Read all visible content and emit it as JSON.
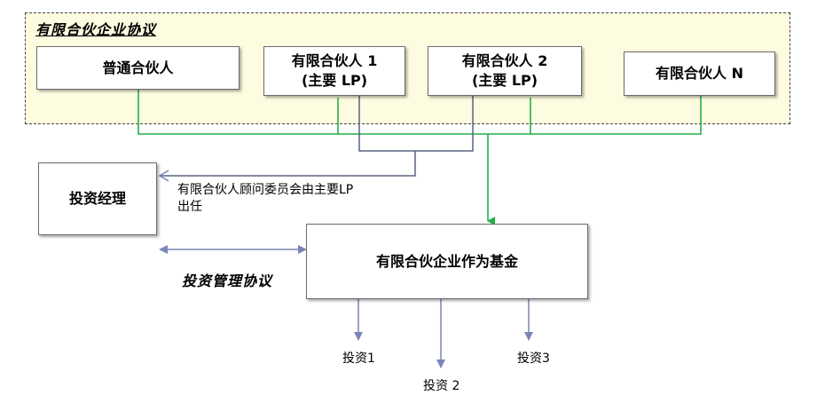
{
  "agreement": {
    "title": "有限合伙企业协议"
  },
  "partners": {
    "gp": "普通合伙人",
    "lp1": "有限合伙人 1\n(主要 LP)",
    "lp2": "有限合伙人 2\n(主要 LP)",
    "lpn": "有限合伙人 N"
  },
  "manager": {
    "label": "投资经理",
    "note": "有限合伙人顾问委员会由主要LP\n出任",
    "agreement_label": "投资管理协议"
  },
  "fund": {
    "label": "有限合伙企业作为基金"
  },
  "investments": [
    "投资1",
    "投资 2",
    "投资3"
  ],
  "colors": {
    "green_line": "#22b04b",
    "gray_line": "#5a6380",
    "arrow_blue": "#7a86b8",
    "agreement_fill": "#fdfce0"
  }
}
